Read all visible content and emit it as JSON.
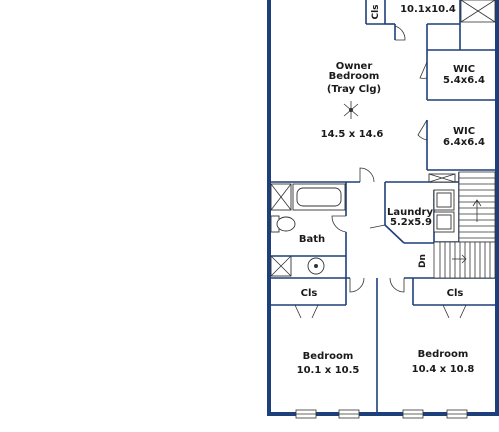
{
  "rooms": {
    "top_room": {
      "size": "10.1x10.4"
    },
    "closet_top": {
      "label": "Cls"
    },
    "owner_bedroom": {
      "line1": "Owner",
      "line2": "Bedroom",
      "line3": "(Tray Clg)",
      "size": "14.5 x 14.6"
    },
    "wic_1": {
      "label": "WIC",
      "size": "5.4x6.4"
    },
    "wic_2": {
      "label": "WIC",
      "size": "6.4x6.4"
    },
    "laundry": {
      "label": "Laundry",
      "size": "5.2x5.9"
    },
    "bath": {
      "label": "Bath"
    },
    "stairs": {
      "label": "Dn"
    },
    "closet_left": {
      "label": "Cls"
    },
    "closet_right": {
      "label": "Cls"
    },
    "bedroom_left": {
      "label": "Bedroom",
      "size": "10.1 x 10.5"
    },
    "bedroom_right": {
      "label": "Bedroom",
      "size": "10.4 x 10.8"
    }
  }
}
